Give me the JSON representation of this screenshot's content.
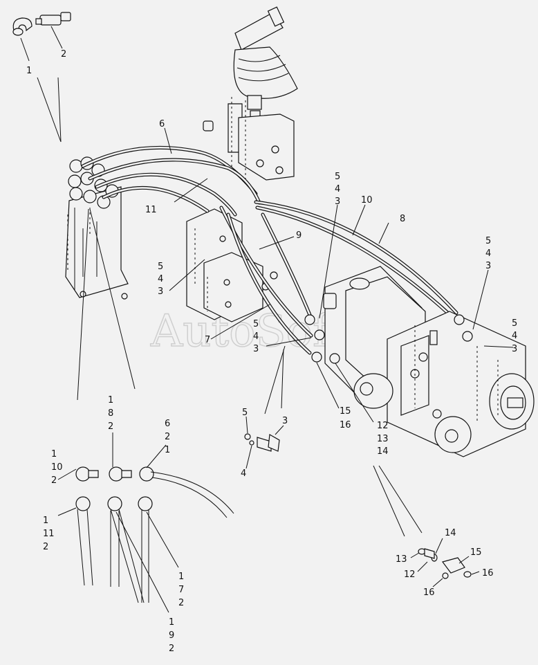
{
  "watermark": "AutoSoft",
  "callouts": {
    "c1": "1",
    "c2": "2",
    "c6": "6",
    "c11": "11",
    "c10": "10",
    "c8": "8",
    "c9": "9",
    "g_5_4_3_top": [
      "5",
      "4",
      "3"
    ],
    "g_5_4_3_left": [
      "5",
      "4",
      "3"
    ],
    "g_5_4_3_mid": [
      "5",
      "4",
      "3"
    ],
    "g_5_4_3_right": [
      "5",
      "4",
      "3"
    ],
    "g_5_4_3_far": [
      "5",
      "4",
      "3"
    ],
    "c7": "7",
    "g_15_16": [
      "15",
      "16"
    ],
    "g_12_13_14": [
      "12",
      "13",
      "14"
    ],
    "g_1_8_2": [
      "1",
      "8",
      "2"
    ],
    "g_6_2_1": [
      "6",
      "2",
      "1"
    ],
    "g_1_10_2": [
      "1",
      "10",
      "2"
    ],
    "g_1_11_2": [
      "1",
      "11",
      "2"
    ],
    "g_1_7_2": [
      "1",
      "7",
      "2"
    ],
    "g_1_9_2": [
      "1",
      "9",
      "2"
    ],
    "d_5": "5",
    "d_3": "3",
    "d_4": "4",
    "t_14": "14",
    "t_13": "13",
    "t_12": "12",
    "t_15": "15",
    "t_16a": "16",
    "t_16b": "16"
  }
}
